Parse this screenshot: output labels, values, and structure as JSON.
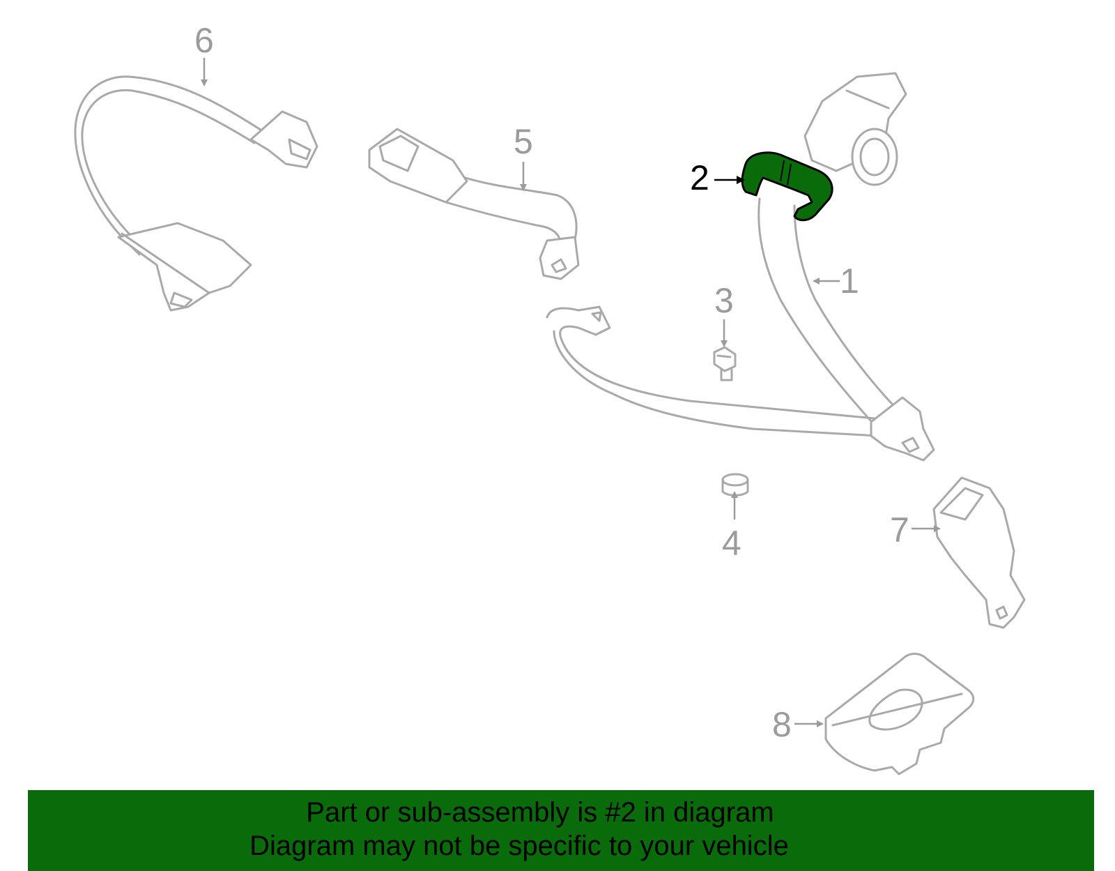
{
  "diagram": {
    "callouts": [
      {
        "id": "1",
        "label": "1"
      },
      {
        "id": "2",
        "label": "2"
      },
      {
        "id": "3",
        "label": "3"
      },
      {
        "id": "4",
        "label": "4"
      },
      {
        "id": "5",
        "label": "5"
      },
      {
        "id": "6",
        "label": "6"
      },
      {
        "id": "7",
        "label": "7"
      },
      {
        "id": "8",
        "label": "8"
      }
    ],
    "highlighted_part": "2",
    "highlight_color": "#096b09",
    "line_color": "#a9a9a9"
  },
  "banner": {
    "line1": "Part or sub-assembly is #2 in diagram",
    "line2": "Diagram may not be specific to your vehicle",
    "background": "#096b09"
  }
}
